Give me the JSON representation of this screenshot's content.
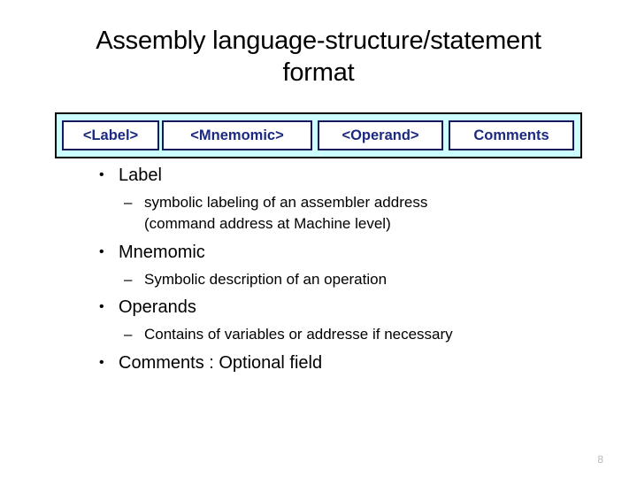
{
  "slide": {
    "title_line1": "Assembly language-structure/statement",
    "title_line2": "format",
    "page_number": "8"
  },
  "format_table": {
    "accent_band_color": "#ccffff",
    "cell_border_color": "#17175c",
    "cell_text_color": "#1b2a80",
    "columns": [
      {
        "name": "label",
        "text": "<Label>"
      },
      {
        "name": "mnemomic",
        "text": "<Mnemomic>"
      },
      {
        "name": "operand",
        "text": "<Operand>"
      },
      {
        "name": "comments",
        "text": "Comments"
      }
    ]
  },
  "body": {
    "bullet_glyph": "•",
    "dash_glyph": "–",
    "items": [
      {
        "label": "Label",
        "sub_line1": "symbolic labeling of an assembler address",
        "sub_line2": "(command address at Machine level)"
      },
      {
        "label": "Mnemomic",
        "sub_line1": "Symbolic description of an operation"
      },
      {
        "label": "Operands",
        "sub_line1": "Contains of variables or addresse if necessary"
      },
      {
        "label": "Comments : Optional field"
      }
    ]
  }
}
